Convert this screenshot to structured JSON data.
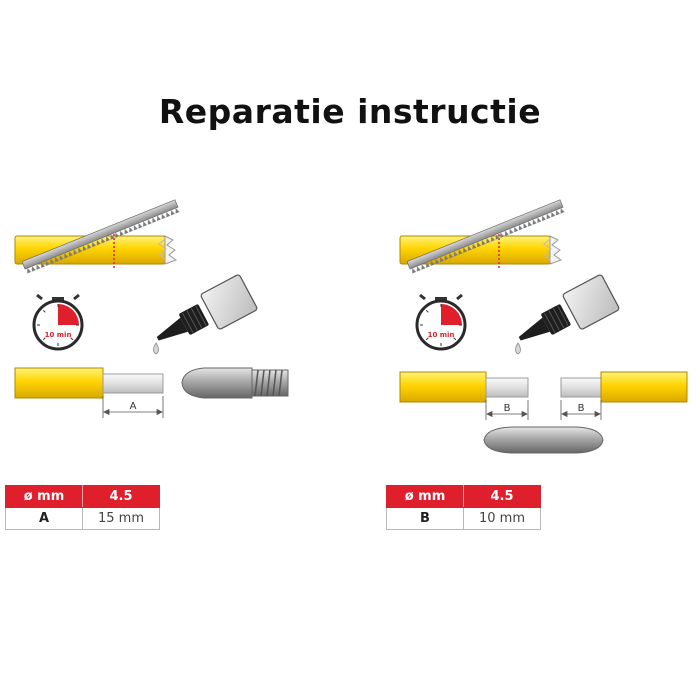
{
  "title": "Reparatie instructie",
  "colors": {
    "rod_yellow": "#ffd400",
    "metal_grey": "#9a9a9a",
    "table_red": "#e01f2d",
    "timer_red": "#e01f2d"
  },
  "left": {
    "timer_label": "10 min",
    "dimension_label": "A",
    "table": {
      "header": [
        "ø mm",
        "4.5"
      ],
      "row": [
        "A",
        "15 mm"
      ]
    }
  },
  "right": {
    "timer_label": "10 min",
    "dimension_labels": [
      "B",
      "B"
    ],
    "table": {
      "header": [
        "ø mm",
        "4.5"
      ],
      "row": [
        "B",
        "10 mm"
      ]
    }
  }
}
